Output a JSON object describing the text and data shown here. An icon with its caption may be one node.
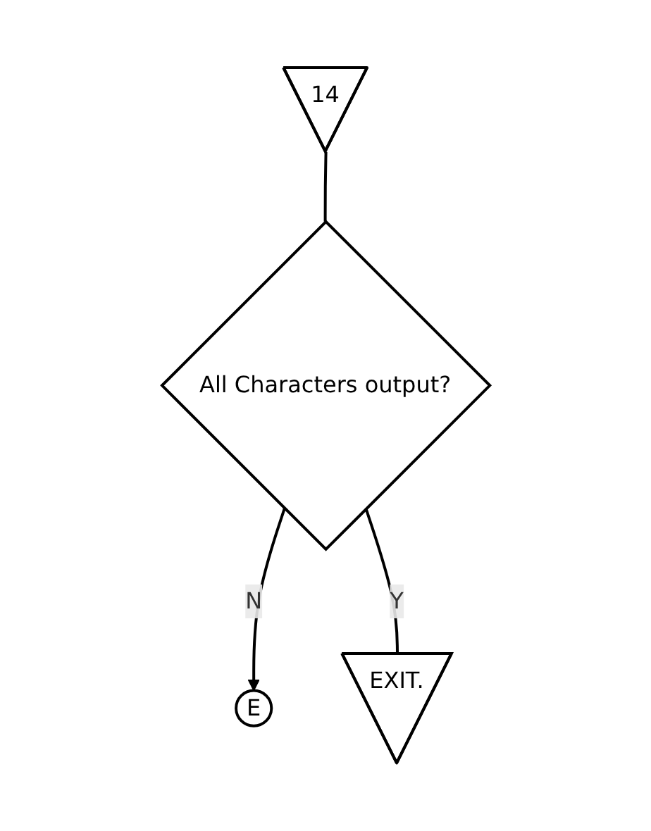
{
  "diagram": {
    "nodes": [
      {
        "text": [
          "14"
        ]
      },
      {
        "text": [
          "All Characters output?"
        ]
      },
      {
        "text": [
          "E"
        ]
      },
      {
        "text": [
          "EXIT."
        ]
      }
    ],
    "edges": [
      {
        "from": 0,
        "to": 1,
        "arrow": "none"
      },
      {
        "from": 1,
        "to": 2,
        "arrow": "to",
        "label": "N"
      },
      {
        "from": 1,
        "to": 3,
        "arrow": "none",
        "label": "Y"
      }
    ]
  }
}
